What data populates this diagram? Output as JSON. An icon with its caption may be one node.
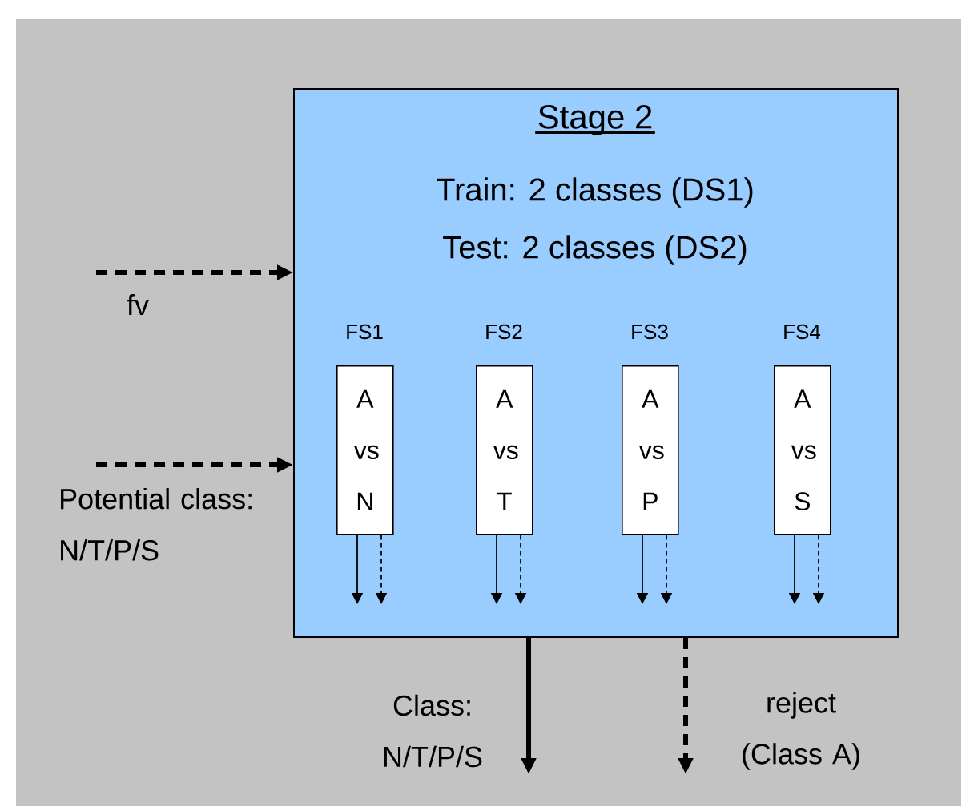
{
  "diagram": {
    "nodes": [
      {
        "text": [
          "Stage 2",
          "Train: 2 classes (DS1)",
          "Test: 2 classes (DS2)"
        ]
      },
      {
        "text": [
          "A vs N"
        ],
        "beside": [
          "FS1"
        ],
        "in": 0
      },
      {
        "text": [
          "A vs T"
        ],
        "beside": [
          "FS2"
        ],
        "in": 0
      },
      {
        "text": [
          "A vs P"
        ],
        "beside": [
          "FS3"
        ],
        "in": 0
      },
      {
        "text": [
          "A vs S"
        ],
        "beside": [
          "FS4"
        ],
        "in": 0
      }
    ],
    "edges": [
      {
        "from": null,
        "to": 0,
        "arrow": "to",
        "style": "dashed",
        "label": "fv"
      },
      {
        "from": null,
        "to": 0,
        "arrow": "to",
        "style": "dashed",
        "label": "Potential class: N/T/P/S"
      },
      {
        "from": 0,
        "to": null,
        "arrow": "to",
        "style": "thick",
        "label": "Class: N/T/P/S"
      },
      {
        "from": 0,
        "to": null,
        "arrow": "to",
        "style": "dashed",
        "label": "reject (Class A)"
      },
      {
        "from": 1,
        "to": null,
        "arrow": "to"
      },
      {
        "from": 1,
        "to": null,
        "arrow": "to",
        "style": "dashed"
      },
      {
        "from": 2,
        "to": null,
        "arrow": "to"
      },
      {
        "from": 2,
        "to": null,
        "arrow": "to",
        "style": "dashed"
      },
      {
        "from": 3,
        "to": null,
        "arrow": "to"
      },
      {
        "from": 3,
        "to": null,
        "arrow": "to",
        "style": "dashed"
      },
      {
        "from": 4,
        "to": null,
        "arrow": "to"
      },
      {
        "from": 4,
        "to": null,
        "arrow": "to",
        "style": "dashed"
      }
    ]
  }
}
